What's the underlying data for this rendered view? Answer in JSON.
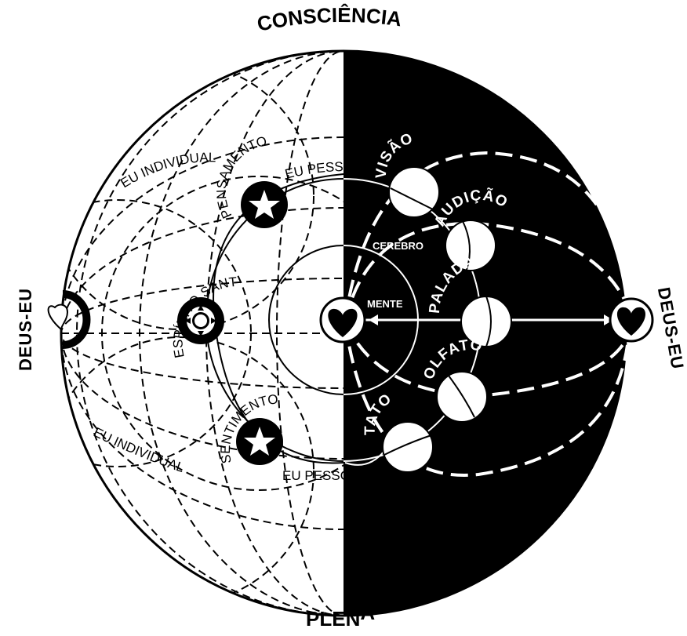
{
  "title_top": "CONSCIÊNCIA",
  "title_bottom_main": "PLEN",
  "title_bottom_last": "A",
  "side_left": "DEUS-EU",
  "side_right": "DEUS-EU",
  "labels": {
    "eu_individual_top": "EU INDIVIDUAL",
    "eu_pessoal_top": "EU PESSOAL",
    "pensamento": "PENSAMENTO",
    "espirito_santo": "ESPÍRITO SANTO",
    "sentimento": "SENTIMENTO",
    "eu_individual_bottom": "EU INDIVIDUAL",
    "eu_pessoal_bottom": "EU PESSOAL",
    "cerebro": "CEREBRO",
    "mente": "MENTE"
  },
  "senses": {
    "visao": "VISÃO",
    "audicao": "AUDIÇÃO",
    "paladar": "PALADAR",
    "olfato": "OLFATO",
    "tato": "TATO"
  },
  "colors": {
    "dark": "#000000",
    "light": "#ffffff"
  }
}
